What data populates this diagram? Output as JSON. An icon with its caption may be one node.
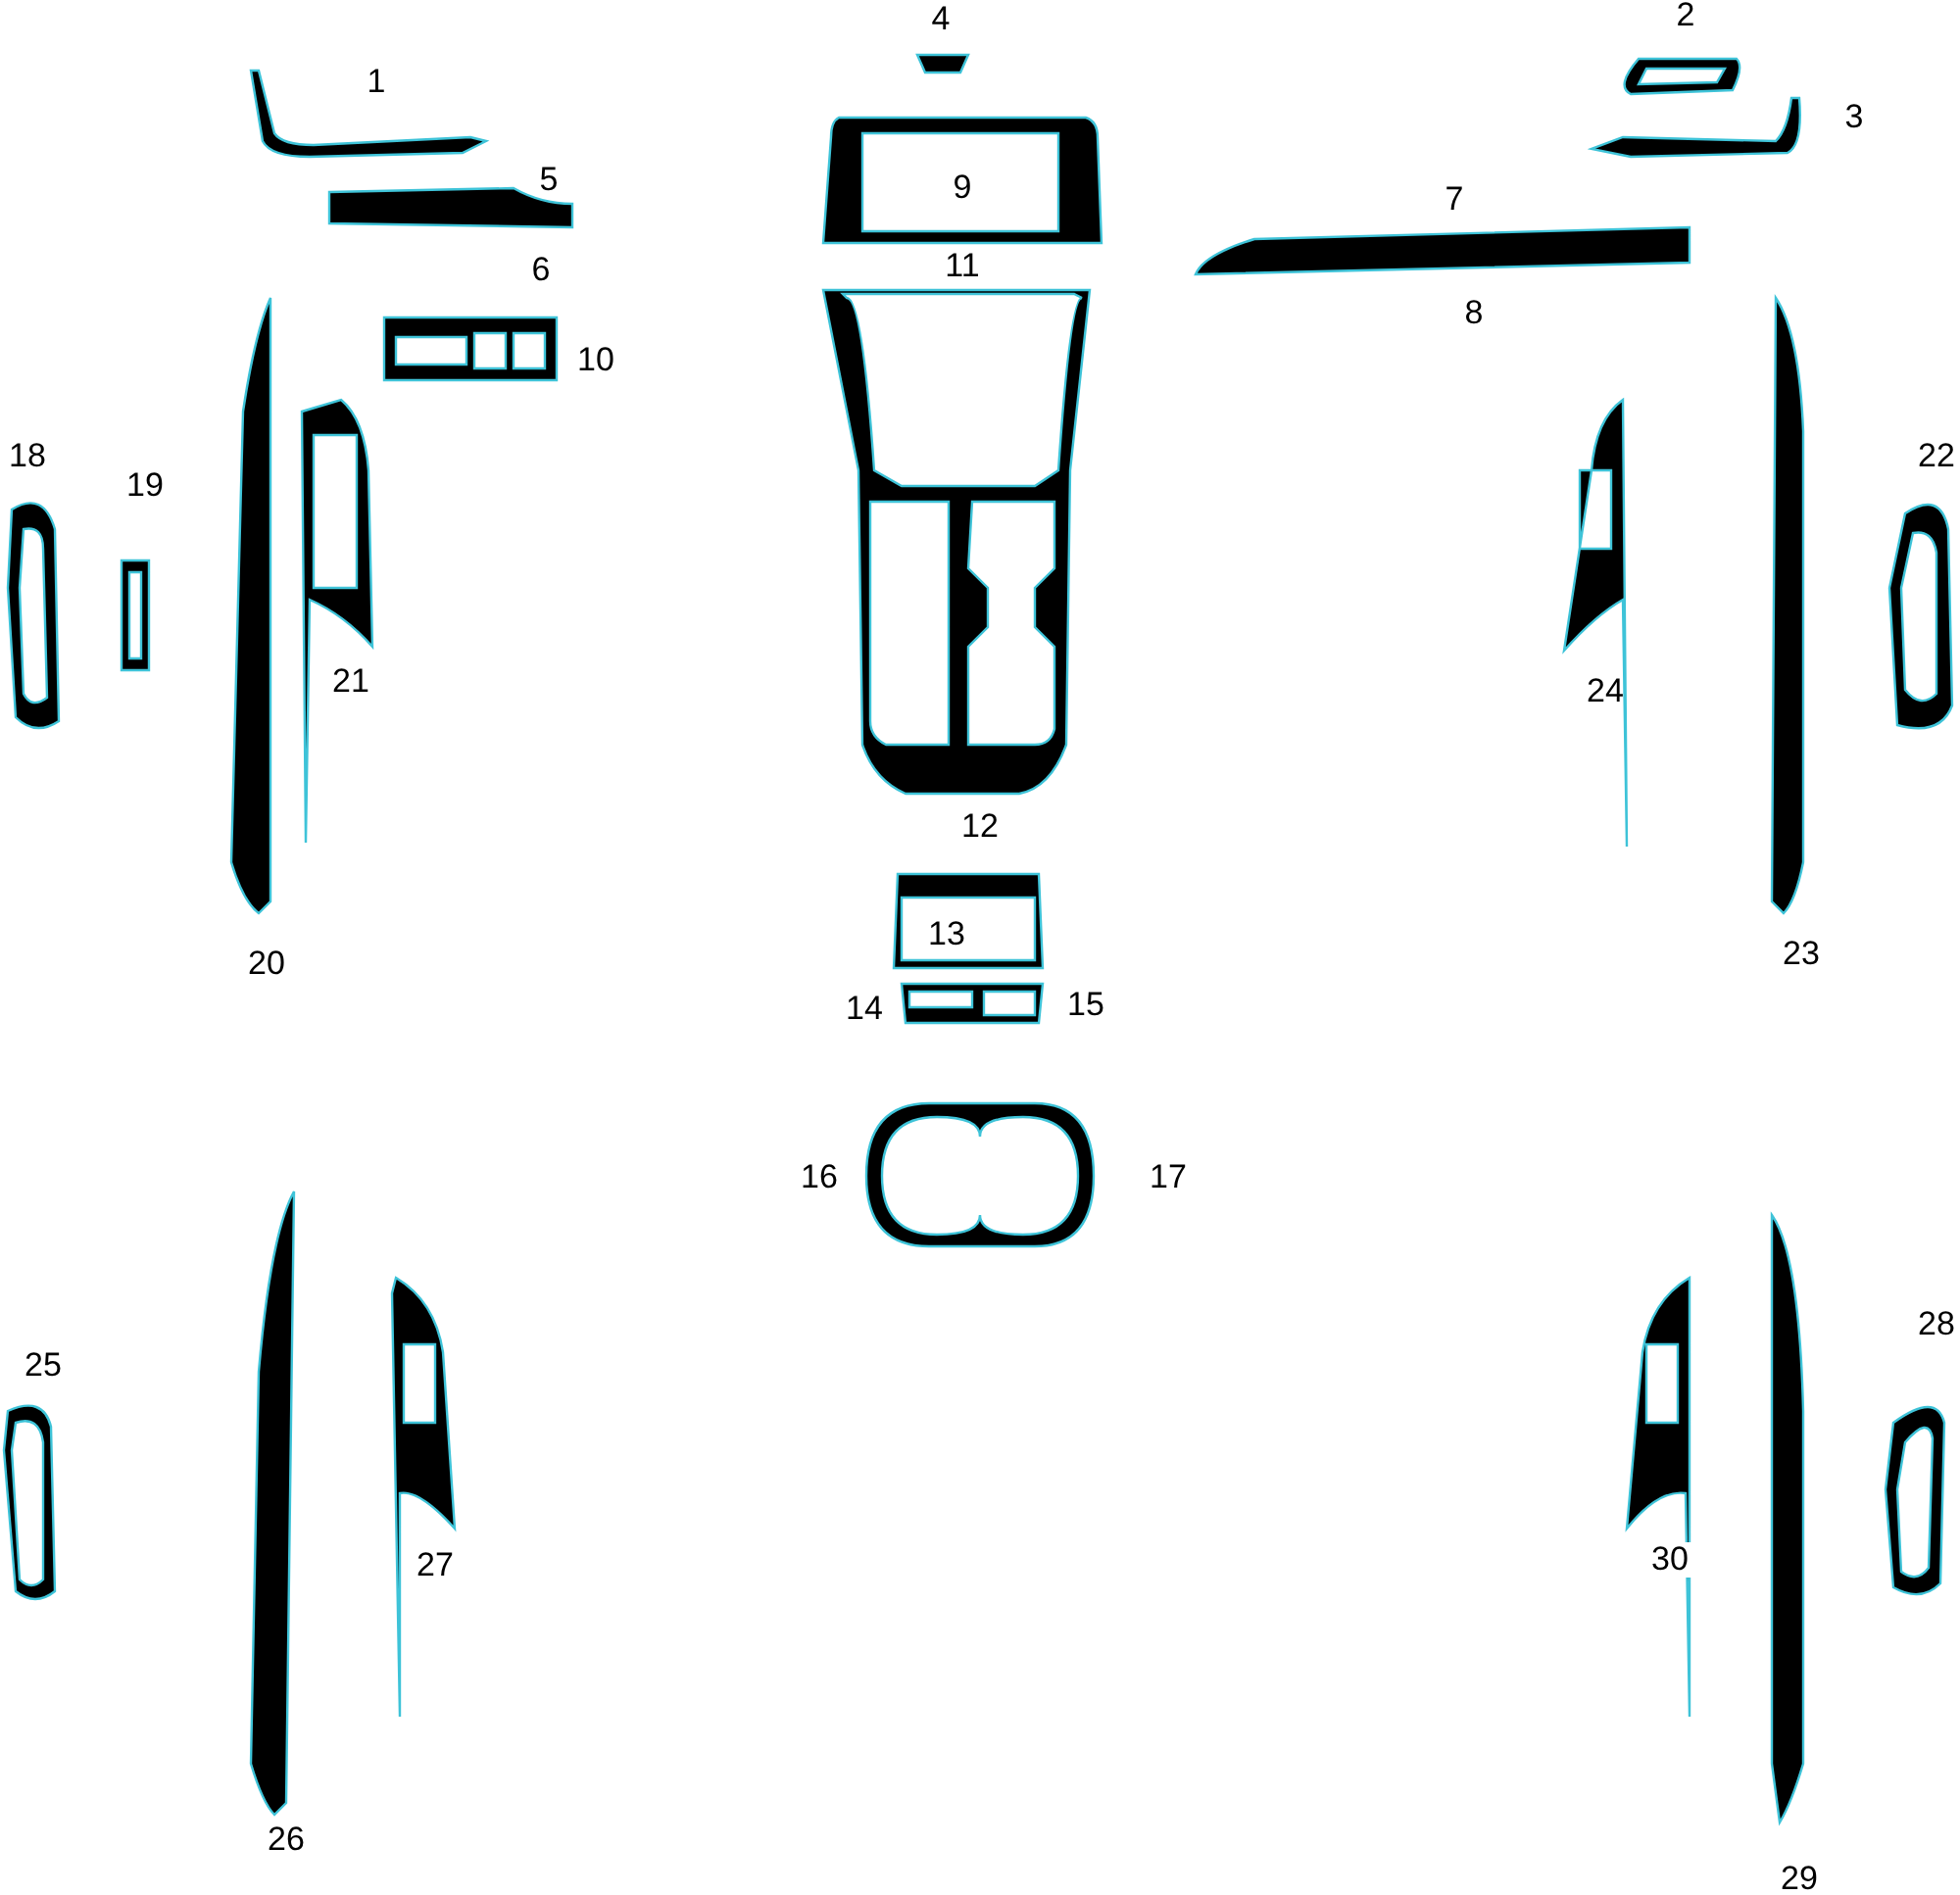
{
  "diagram": {
    "labels": [
      "4",
      "2",
      "1",
      "3",
      "5",
      "9",
      "7",
      "11",
      "6",
      "8",
      "10",
      "18",
      "22",
      "19",
      "21",
      "24",
      "12",
      "13",
      "23",
      "20",
      "15",
      "14",
      "16",
      "17",
      "28",
      "25",
      "30",
      "27",
      "26",
      "29"
    ]
  }
}
